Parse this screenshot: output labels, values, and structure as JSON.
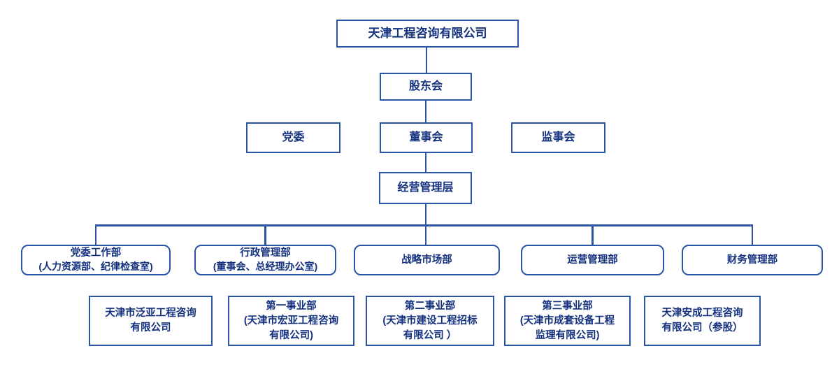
{
  "theme": {
    "background": "#ffffff",
    "line_color": "#2a55a6",
    "text_color": "#14317f"
  },
  "org": {
    "root": {
      "label": "天津工程咨询有限公司"
    },
    "shareholders": {
      "label": "股东会"
    },
    "governance": [
      {
        "label": "党委"
      },
      {
        "label": "董事会"
      },
      {
        "label": "监事会"
      }
    ],
    "management": {
      "label": "经营管理层"
    },
    "departments": [
      {
        "lines": [
          "党委工作部",
          "(人力资源部、纪律检查室)"
        ]
      },
      {
        "lines": [
          "行政管理部",
          "(董事会、总经理办公室)"
        ]
      },
      {
        "lines": [
          "战略市场部"
        ]
      },
      {
        "lines": [
          "运营管理部"
        ]
      },
      {
        "lines": [
          "财务管理部"
        ]
      }
    ],
    "subsidiaries": [
      {
        "lines": [
          "天津市泛亚工程咨询",
          "有限公司"
        ]
      },
      {
        "lines": [
          "第一事业部",
          "(天津市宏亚工程咨询",
          "有限公司)"
        ]
      },
      {
        "lines": [
          "第二事业部",
          "(天津市建设工程招标",
          "有限公司 ）"
        ]
      },
      {
        "lines": [
          "第三事业部",
          "(天津市成套设备工程",
          "监理有限公司)"
        ]
      },
      {
        "lines": [
          "天津安成工程咨询",
          "有限公司（参股）"
        ]
      }
    ]
  }
}
